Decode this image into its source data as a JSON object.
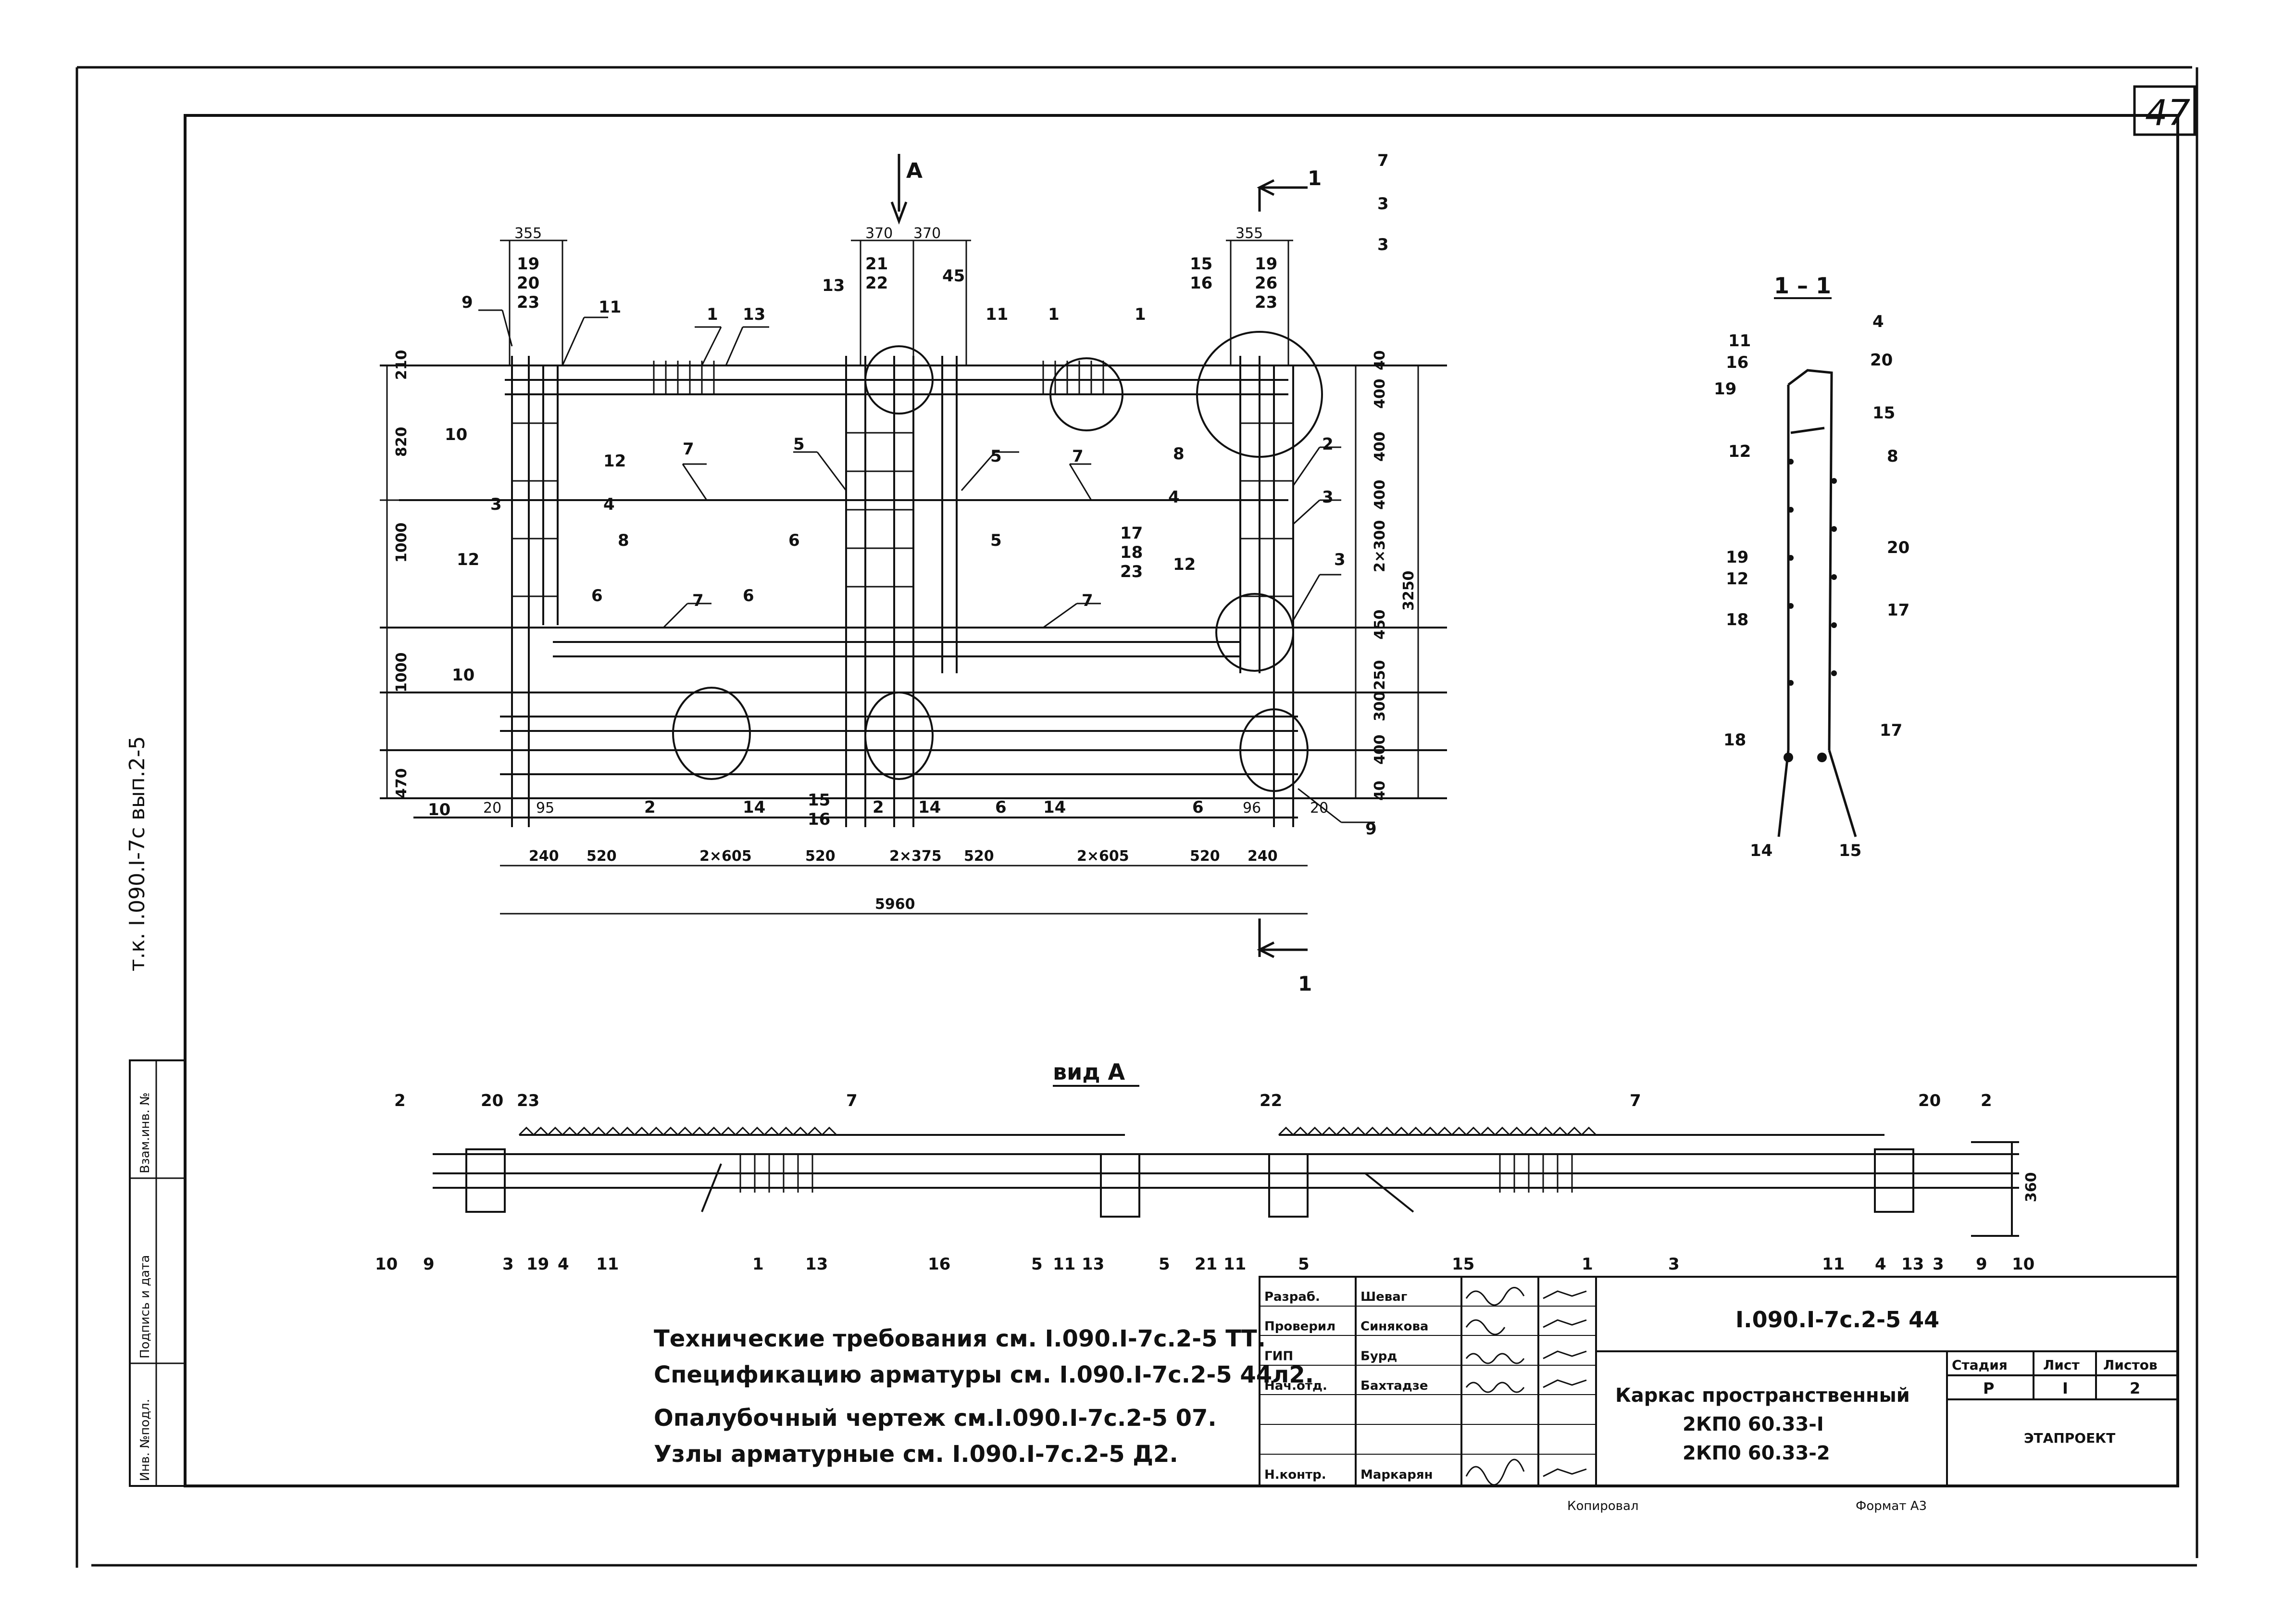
{
  "sheet": {
    "page_number": "47",
    "side_reference": "т.к. I.090.I-7с вып.2-5",
    "binding_stamp": [
      "Инв. №подл.",
      "Подпись и дата",
      "Взам.инв. №"
    ]
  },
  "plan": {
    "section_mark": "А",
    "cut_mark": "1",
    "dims_bottom": [
      "240",
      "520",
      "2×605",
      "520",
      "2×375",
      "520",
      "2×605",
      "520",
      "240"
    ],
    "total_width": "5960",
    "dims_top": [
      "355",
      "370",
      "370",
      "355"
    ],
    "dims_left": [
      "210",
      "820",
      "1000",
      "1000",
      "470"
    ],
    "dims_left_bottom": [
      "20",
      "95",
      "96",
      "20"
    ],
    "dims_right": [
      "40",
      "400",
      "400",
      "400",
      "2×300",
      "450",
      "250",
      "300",
      "400",
      "40"
    ],
    "total_height": "3250",
    "stacked_top_left": [
      "19",
      "20",
      "23"
    ],
    "stacked_top_mid": [
      "21",
      "22"
    ],
    "stacked_top_right": [
      "19",
      "26",
      "23"
    ],
    "stacked_15_16": [
      "15",
      "16"
    ],
    "stacked_17_18_23": [
      "17",
      "18",
      "23"
    ],
    "stacked_bottom": [
      "15",
      "16"
    ],
    "callouts": [
      "1",
      "2",
      "3",
      "4",
      "5",
      "6",
      "7",
      "8",
      "9",
      "10",
      "11",
      "12",
      "13",
      "14",
      "45"
    ]
  },
  "section": {
    "title": "1 – 1",
    "callouts_left": [
      "11",
      "16",
      "19",
      "12",
      "19",
      "12",
      "18",
      "18",
      "14"
    ],
    "callouts_right": [
      "4",
      "20",
      "15",
      "8",
      "20",
      "17",
      "17",
      "15"
    ]
  },
  "view_a": {
    "title": "вид А",
    "height_dim": "360",
    "callouts_top": [
      "2",
      "20",
      "23",
      "7",
      "22",
      "7",
      "20",
      "2"
    ],
    "callouts_bottom": [
      "10",
      "9",
      "3",
      "19",
      "4",
      "11",
      "1",
      "13",
      "16",
      "5",
      "11",
      "13",
      "5",
      "21",
      "11",
      "5",
      "15",
      "1",
      "3",
      "11",
      "4",
      "13",
      "3",
      "9",
      "10"
    ]
  },
  "notes": [
    "Технические требования см. I.090.I-7с.2-5 ТТ.",
    "Спецификацию арматуры см. I.090.I-7с.2-5 44л2.",
    "Опалубочный чертеж см.I.090.I-7с.2-5 07.",
    "Узлы арматурные см. I.090.I-7с.2-5 Д2."
  ],
  "title_block": {
    "code": "I.090.I-7с.2-5 44",
    "title_lines": [
      "Каркас пространственный",
      "2КП0 60.33-I",
      "2КП0 60.33-2"
    ],
    "roles": [
      {
        "role": "Разраб.",
        "name": "Шеваг"
      },
      {
        "role": "Проверил",
        "name": "Синякова"
      },
      {
        "role": "ГИП",
        "name": "Бурд"
      },
      {
        "role": "Нач.отд.",
        "name": "Бахтадзе"
      },
      {
        "role": "",
        "name": ""
      },
      {
        "role": "",
        "name": ""
      },
      {
        "role": "Н.контр.",
        "name": "Маркарян"
      }
    ],
    "stage_headers": [
      "Стадия",
      "Лист",
      "Листов"
    ],
    "stage_values": [
      "Р",
      "I",
      "2"
    ],
    "organization": "ЭТАПРОЕКТ",
    "copied": "Копировал",
    "format": "Формат А3"
  }
}
